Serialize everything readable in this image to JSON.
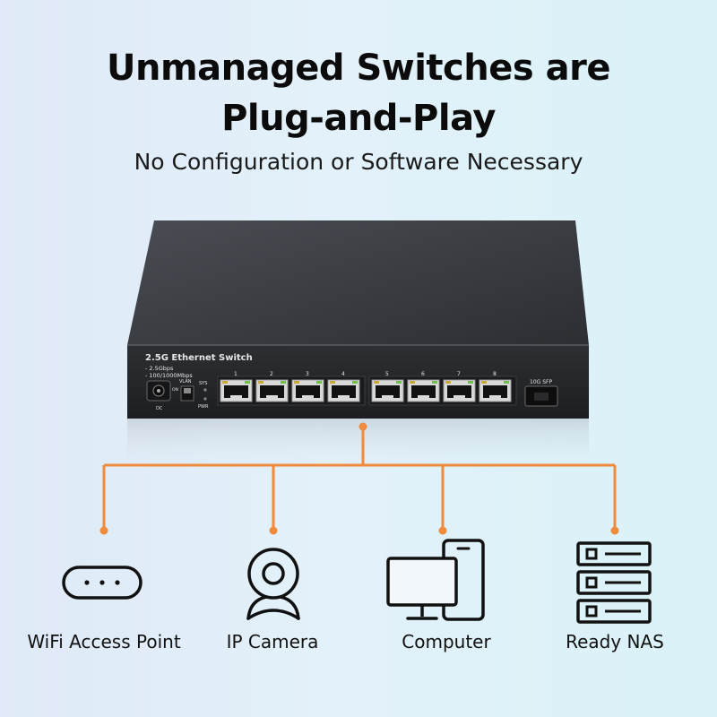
{
  "headline": {
    "line1": "Unmanaged Switches are",
    "line2": "Plug-and-Play",
    "subtitle": "No Configuration or Software Necessary"
  },
  "switch": {
    "title": "2.5G Ethernet Switch",
    "spec1": "- 2.5Gbps",
    "spec2": "- 100/1000Mbps",
    "dc_label": "DC",
    "vlan_label": "VLAN",
    "sys_label": "SYS",
    "pwr_label": "PWR",
    "on_label": "ON",
    "sfp_label": "10G SFP",
    "port_numbers": [
      "1",
      "2",
      "3",
      "4",
      "5",
      "6",
      "7",
      "8"
    ]
  },
  "colors": {
    "accent": "#f08a3c",
    "chassis_top": "#3e4147",
    "chassis_front": "#26282c"
  },
  "devices": [
    {
      "label": "WiFi Access Point",
      "icon": "wifi-access-point-icon"
    },
    {
      "label": "IP Camera",
      "icon": "ip-camera-icon"
    },
    {
      "label": "Computer",
      "icon": "computer-icon"
    },
    {
      "label": "Ready NAS",
      "icon": "nas-icon"
    }
  ]
}
